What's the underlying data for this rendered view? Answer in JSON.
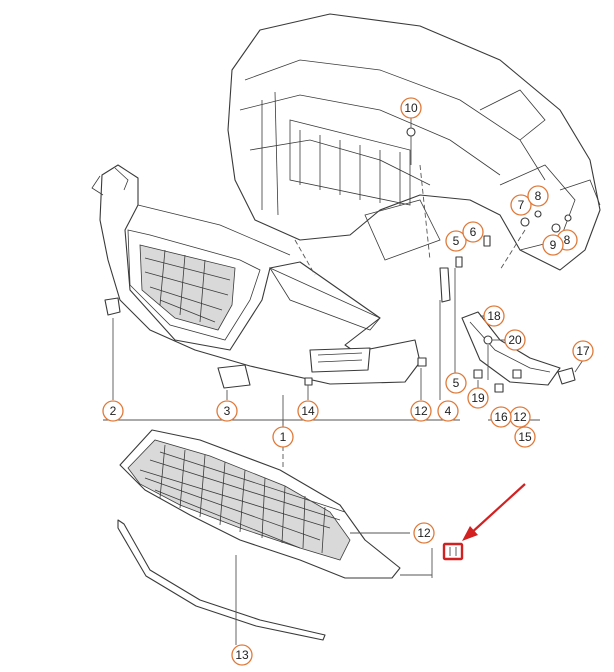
{
  "diagram": {
    "callouts": [
      {
        "id": "c1",
        "text": "1"
      },
      {
        "id": "c2",
        "text": "2"
      },
      {
        "id": "c3",
        "text": "3"
      },
      {
        "id": "c4",
        "text": "4"
      },
      {
        "id": "c5a",
        "text": "5"
      },
      {
        "id": "c5b",
        "text": "5"
      },
      {
        "id": "c6",
        "text": "6"
      },
      {
        "id": "c7",
        "text": "7"
      },
      {
        "id": "c8a",
        "text": "8"
      },
      {
        "id": "c8b",
        "text": "8"
      },
      {
        "id": "c9",
        "text": "9"
      },
      {
        "id": "c10",
        "text": "10"
      },
      {
        "id": "c12a",
        "text": "12"
      },
      {
        "id": "c12b",
        "text": "12"
      },
      {
        "id": "c12c",
        "text": "12"
      },
      {
        "id": "c13",
        "text": "13"
      },
      {
        "id": "c14",
        "text": "14"
      },
      {
        "id": "c15",
        "text": "15"
      },
      {
        "id": "c16",
        "text": "16"
      },
      {
        "id": "c17",
        "text": "17"
      },
      {
        "id": "c18",
        "text": "18"
      },
      {
        "id": "c19",
        "text": "19"
      },
      {
        "id": "c20",
        "text": "20"
      }
    ],
    "highlight_color": "#d32020",
    "callout_border_color": "#e07a3a"
  }
}
